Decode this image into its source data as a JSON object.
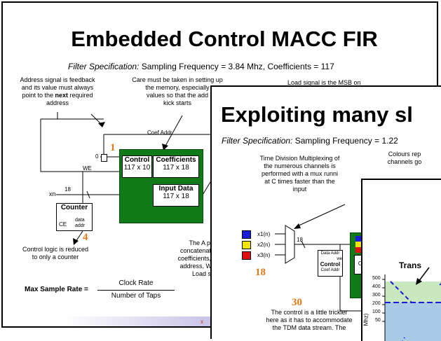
{
  "slide1": {
    "title": "Embedded Control MACC FIR",
    "spec_label": "Filter Specification:",
    "spec_text": " Sampling Frequency = 3.84 Mhz, Coefficients = 117",
    "note_address": "Address signal is feedback and its value must always point to the next required address",
    "note_address_parts": [
      "Address signal is feedback",
      "and its value must always",
      "point to the ",
      "next",
      " required",
      "address"
    ],
    "note_care": "Care must be taken in setting up the memory, especially values so that the add kick starts",
    "note_care_lines": [
      "Care must be taken in setting up",
      "the memory, especially",
      "values so that the add",
      "kick starts"
    ],
    "note_load": "Load signal is the MSB on",
    "label_coef_addr": "Coef Addr",
    "num_1": "1",
    "label_0": "0",
    "control_title": "Control",
    "control_size": "117 x 10",
    "coeff_title": "Coefficients",
    "coeff_size": "117 x 18",
    "input_title": "Input Data",
    "input_size": "117 x 18",
    "label_we": "WE",
    "label_xn": "xn",
    "label_18": "18",
    "counter_title": "Counter",
    "counter_ce": "CE",
    "counter_data": "data",
    "counter_addr": "addr",
    "num_4": "4",
    "note_control": [
      "Control logic is reduced",
      "to only a counter"
    ],
    "rate_label": "Max Sample Rate =",
    "rate_num": "Clock Rate",
    "rate_den": "Number of Taps",
    "note_a_port": [
      "The A por",
      "concatenatio",
      "coefficients, c",
      "address, WE",
      "Load sig"
    ],
    "footer_x": "x"
  },
  "slide2": {
    "title": "Exploiting many sl",
    "spec_label": "Filter Specification:",
    "spec_text": " Sampling Frequency = 1.22",
    "note_tdm": [
      "Time Division Multiplexing of",
      "the numerous channels is",
      "performed with a mux runni",
      "at C times faster than the",
      "input"
    ],
    "note_colours": [
      "Colours rep",
      "channels go"
    ],
    "inputs": [
      "x1(n)",
      "x2(n)",
      "x3(n)"
    ],
    "channel_colors": [
      "#1a1adb",
      "#f2e600",
      "#e01010"
    ],
    "label_18": "18",
    "num_18": "18",
    "ctrl_data_addr": "Data Addr",
    "ctrl_we": "we",
    "ctrl_title": "Control",
    "ctrl_coef": "Coef Addr",
    "ctrl_co": "Co",
    "num_30": "30",
    "note_tdm_control": [
      "The control is a little trickier",
      "here as it has to accommodate",
      "the TDM data stream. The"
    ]
  },
  "slide3": {
    "trans": "Trans",
    "y_ticks": [
      "500",
      "400",
      "300",
      "200",
      "100",
      "50"
    ],
    "ylabel": "Mhz)"
  }
}
